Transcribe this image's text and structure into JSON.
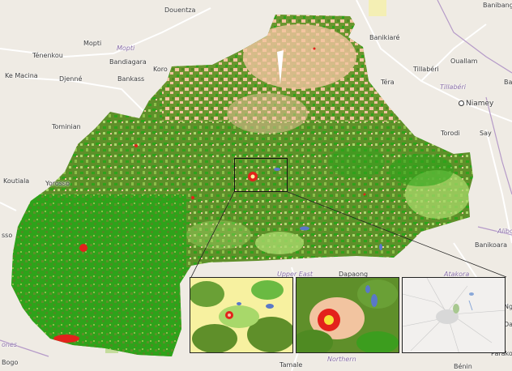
{
  "places": [
    {
      "id": "douentza",
      "text": "Douentza",
      "kind": "town"
    },
    {
      "id": "banibangou",
      "text": "Banibang",
      "kind": "town"
    },
    {
      "id": "mopti",
      "text": "Mopti",
      "kind": "town"
    },
    {
      "id": "mopti-region",
      "text": "Mopti",
      "kind": "region"
    },
    {
      "id": "tenenkou",
      "text": "Ténenkou",
      "kind": "town"
    },
    {
      "id": "bandiagara",
      "text": "Bandiagara",
      "kind": "town"
    },
    {
      "id": "koro",
      "text": "Koro",
      "kind": "town"
    },
    {
      "id": "ke-macina",
      "text": "Ke Macina",
      "kind": "town"
    },
    {
      "id": "djenne",
      "text": "Djenné",
      "kind": "town"
    },
    {
      "id": "bankass",
      "text": "Bankass",
      "kind": "town"
    },
    {
      "id": "banikoara-north",
      "text": "Banikiaré",
      "kind": "town"
    },
    {
      "id": "ouallam",
      "text": "Ouallam",
      "kind": "town"
    },
    {
      "id": "tillaberi",
      "text": "Tillabéri",
      "kind": "town"
    },
    {
      "id": "tera",
      "text": "Téra",
      "kind": "town"
    },
    {
      "id": "tillaberi-region",
      "text": "Tillabéri",
      "kind": "region"
    },
    {
      "id": "niamey",
      "text": "Niamey",
      "kind": "capital"
    },
    {
      "id": "torodi",
      "text": "Torodi",
      "kind": "town"
    },
    {
      "id": "say",
      "text": "Say",
      "kind": "town"
    },
    {
      "id": "tominian",
      "text": "Tominian",
      "kind": "town"
    },
    {
      "id": "koutiala",
      "text": "Koutiala",
      "kind": "town"
    },
    {
      "id": "yorosso",
      "text": "Yorosso",
      "kind": "town"
    },
    {
      "id": "sso",
      "text": "sso",
      "kind": "town"
    },
    {
      "id": "alibori",
      "text": "Alibo",
      "kind": "region"
    },
    {
      "id": "banikoara",
      "text": "Banikoara",
      "kind": "town"
    },
    {
      "id": "upper-east",
      "text": "Upper East",
      "kind": "region"
    },
    {
      "id": "dapaong",
      "text": "Dapaong",
      "kind": "town"
    },
    {
      "id": "atakora",
      "text": "Atakora",
      "kind": "region"
    },
    {
      "id": "northern",
      "text": "Northern",
      "kind": "region"
    },
    {
      "id": "tamale",
      "text": "Tamale",
      "kind": "town"
    },
    {
      "id": "bogo",
      "text": "Bogo",
      "kind": "town"
    },
    {
      "id": "sikasso-region",
      "text": "ones",
      "kind": "region"
    },
    {
      "id": "parakou",
      "text": "Parakou",
      "kind": "town"
    },
    {
      "id": "ba-edge",
      "text": "Ba",
      "kind": "town"
    },
    {
      "id": "benin-edge",
      "text": "Bénin",
      "kind": "town"
    },
    {
      "id": "ng-edge",
      "text": "Ng",
      "kind": "town"
    },
    {
      "id": "da-edge",
      "text": "Da",
      "kind": "town"
    }
  ],
  "colors": {
    "background": "#efebe4",
    "land_green": "#5f8f2a",
    "bright_green": "#2ea31a",
    "light_green": "#a8d86a",
    "bare_pink": "#f2c4a0",
    "urban_red": "#e3221c",
    "water_blue": "#5a78c8",
    "sand_yellow": "#f7f1a0",
    "border_purple": "#b59ac8",
    "road_white": "#ffffff"
  },
  "insets": [
    {
      "id": "inset-landcover-wide",
      "label": ""
    },
    {
      "id": "inset-landcover-zoom",
      "label": ""
    },
    {
      "id": "inset-basemap",
      "label": ""
    }
  ]
}
